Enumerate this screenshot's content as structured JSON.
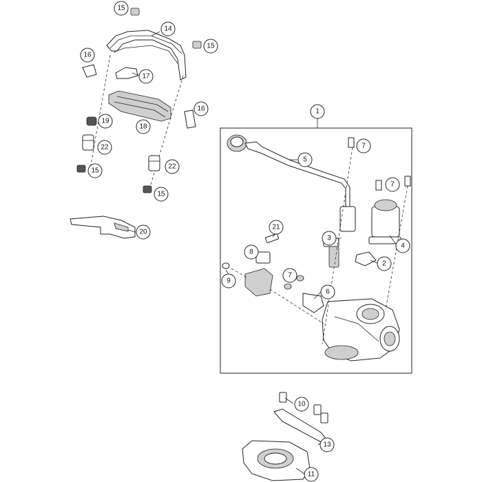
{
  "callouts": {
    "c1": "1",
    "c2": "2",
    "c3": "3",
    "c4": "4",
    "c5": "5",
    "c6": "6",
    "c7a": "7",
    "c7b": "7",
    "c7c": "7",
    "c8": "8",
    "c9": "9",
    "c10": "10",
    "c11": "11",
    "c13": "13",
    "c14": "14",
    "c15a": "15",
    "c15b": "15",
    "c15c": "15",
    "c15d": "15",
    "c16a": "16",
    "c16b": "16",
    "c17": "17",
    "c18": "18",
    "c19": "19",
    "c20": "20",
    "c21": "21",
    "c22a": "22",
    "c22b": "22"
  }
}
